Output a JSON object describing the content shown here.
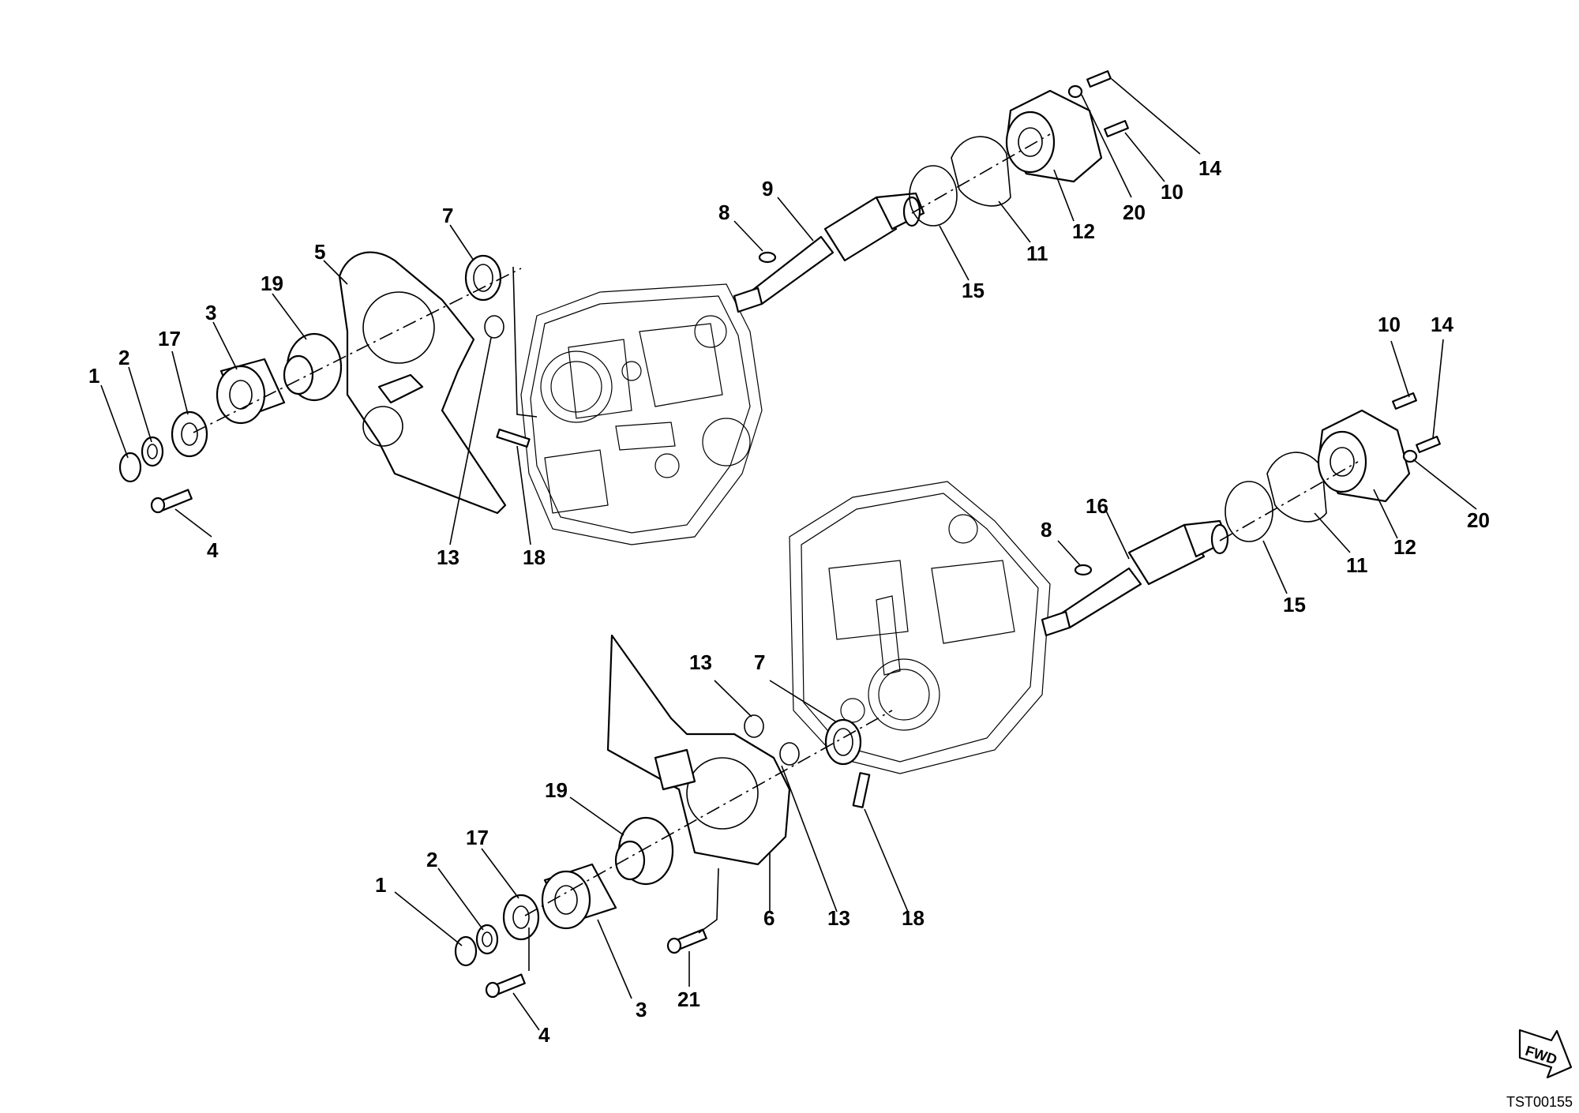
{
  "callouts_top": [
    "1",
    "2",
    "17",
    "3",
    "19",
    "5",
    "7",
    "13",
    "18",
    "8",
    "9",
    "15",
    "11",
    "12",
    "20",
    "10",
    "14",
    "4"
  ],
  "callouts_right": [
    "8",
    "16",
    "15",
    "11",
    "12",
    "20",
    "10",
    "14"
  ],
  "callouts_bottom": [
    "1",
    "2",
    "17",
    "19",
    "3",
    "4",
    "13",
    "7",
    "6",
    "13",
    "18",
    "21"
  ],
  "fwd_label": "FWD",
  "figure_code": "TST00155"
}
